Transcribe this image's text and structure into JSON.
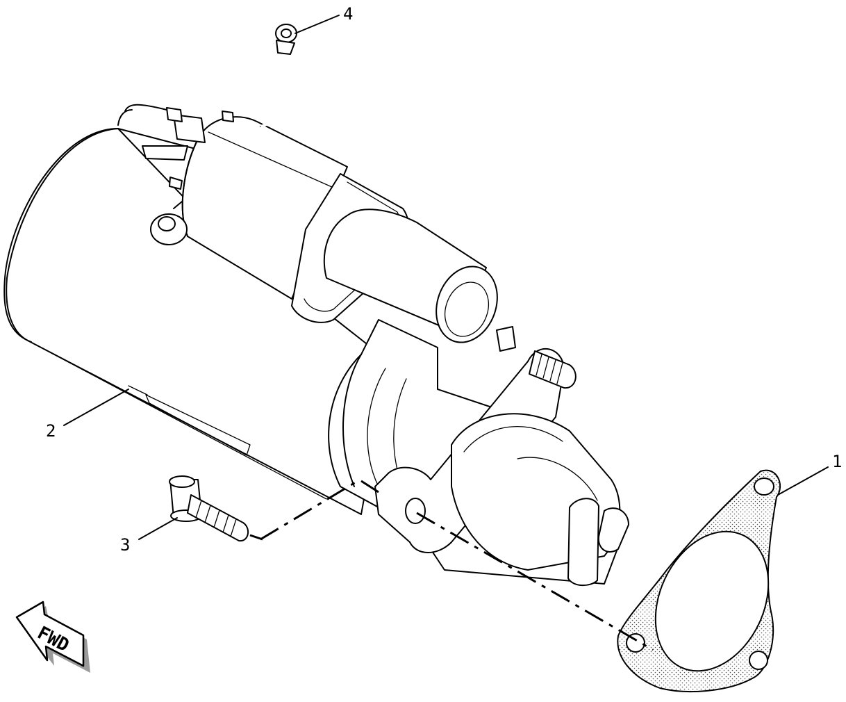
{
  "callouts": [
    {
      "id": "1",
      "label": "1"
    },
    {
      "id": "2",
      "label": "2"
    },
    {
      "id": "3",
      "label": "3"
    },
    {
      "id": "4",
      "label": "4"
    }
  ],
  "direction_arrow": {
    "label": "FWD"
  },
  "colors": {
    "line": "#000000",
    "background": "#ffffff"
  }
}
